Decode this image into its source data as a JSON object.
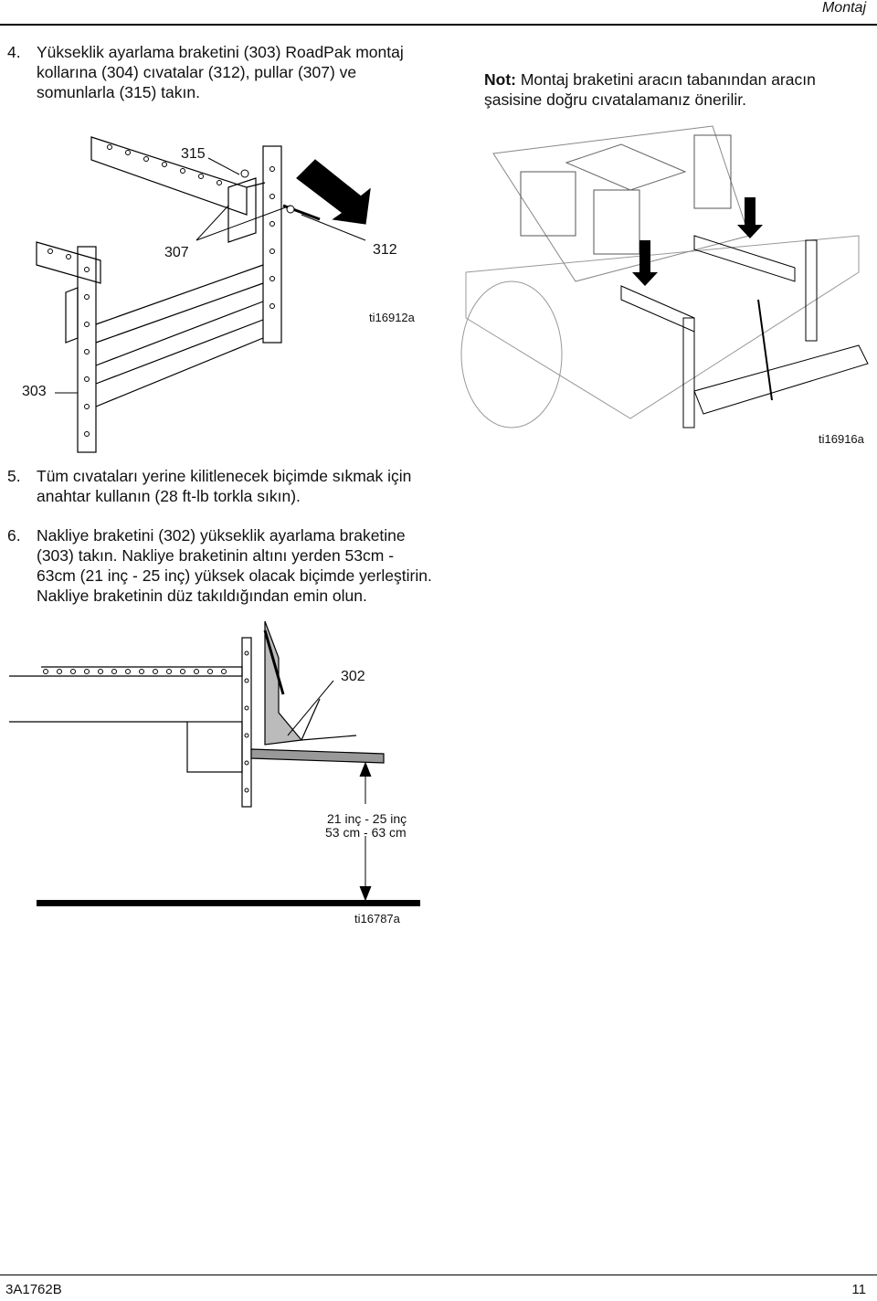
{
  "header": {
    "section": "Montaj"
  },
  "steps": [
    {
      "num": "4.",
      "text": "Yükseklik ayarlama braketini (303) RoadPak montaj kollarına (304) cıvatalar (312), pullar (307) ve somunlarla (315) takın."
    },
    {
      "num": "5.",
      "text": "Tüm cıvataları yerine kilitlenecek biçimde sıkmak için anahtar kullanın (28 ft-lb torkla sıkın)."
    },
    {
      "num": "6.",
      "text": "Nakliye braketini (302) yükseklik ayarlama braketine (303) takın. Nakliye braketinin altını yerden 53cm - 63cm (21 inç - 25 inç) yüksek olacak biçimde yerleştirin. Nakliye braketinin düz takıldığından emin olun."
    }
  ],
  "note": {
    "label": "Not:",
    "text": "Montaj braketini aracın tabanından aracın şasisine doğru cıvatalamanız önerilir."
  },
  "figure1": {
    "callouts": [
      "315",
      "307",
      "312",
      "303"
    ],
    "id": "ti16912a"
  },
  "figure2": {
    "id": "ti16916a"
  },
  "figure3": {
    "callout": "302",
    "dim_in": "21 inç - 25 inç",
    "dim_cm": "53 cm - 63 cm",
    "id": "ti16787a"
  },
  "footer": {
    "doc": "3A1762B",
    "page": "11"
  }
}
